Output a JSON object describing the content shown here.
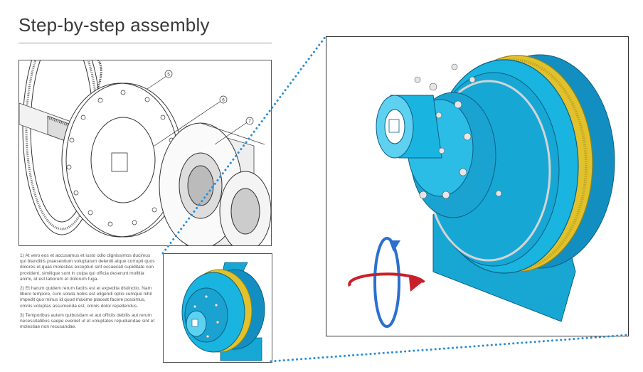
{
  "page": {
    "title": "Step-by-step assembly"
  },
  "instructions": [
    "1) At vero eos et accusamus et iusto odio dignissimos ducimus qui blanditiis praesentium voluptatum deleniti atque corrupti quos dolores et quas molestias excepturi sint occaecati cupiditate non provident, similique sunt in culpa qui officia deserunt mollitia animi, id est laborum et dolorum fuga.",
    "2) Et harum quidem rerum facilis est et expedita distinctio. Nam libero tempore, cum soluta nobis est eligendi optio cumque nihil impedit quo minus id quod maxime placeat facere possimus, omnis voluptas assumenda est, omnis dolor repellendus.",
    "3) Temporibus autem quibusdam et aut officiis debitis aut rerum necessitatibus saepe eveniet ut et voluptates repudiandae sint et molestiae non recusandae."
  ],
  "callouts": [
    "5",
    "6",
    "7"
  ],
  "icons": {
    "rotate": "rotate-3d-icon"
  },
  "colors": {
    "assembly_blue": "#19b4e0",
    "assembly_dark": "#0d6f98",
    "gear_yellow": "#e2c22c",
    "connector_blue": "#2a8fd8",
    "rotate_blue": "#2b6fd0",
    "rotate_red": "#c8202a"
  }
}
